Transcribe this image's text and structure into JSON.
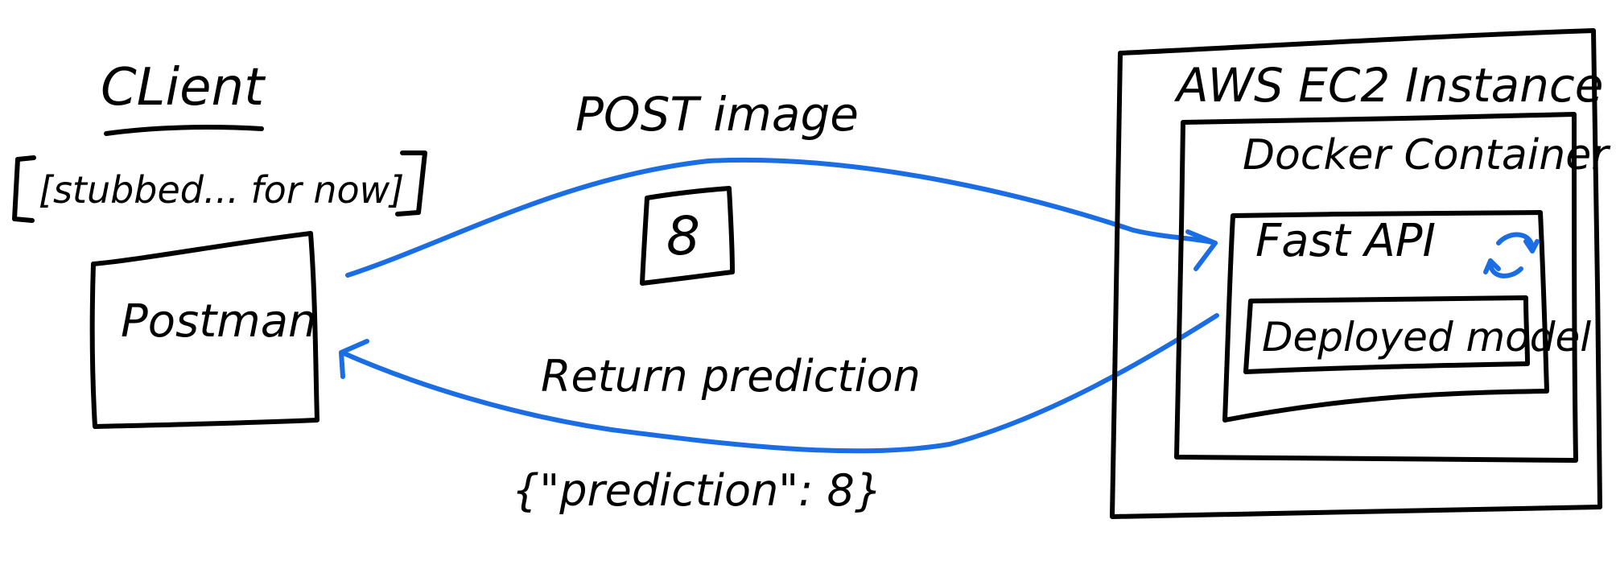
{
  "client": {
    "title": "CLient",
    "note": "[stubbed... for now]",
    "box_label": "Postman"
  },
  "request": {
    "label": "POST image",
    "payload": "8"
  },
  "response": {
    "label": "Return prediction",
    "payload": "{\"prediction\": 8}"
  },
  "server": {
    "instance_label": "AWS EC2 Instance",
    "container_label": "Docker Container",
    "api_label": "Fast API",
    "model_label": "Deployed model"
  },
  "colors": {
    "ink": "#000000",
    "arrow": "#1a6de3",
    "background": "#ffffff"
  },
  "icons": {
    "api_refresh": "refresh-icon"
  }
}
